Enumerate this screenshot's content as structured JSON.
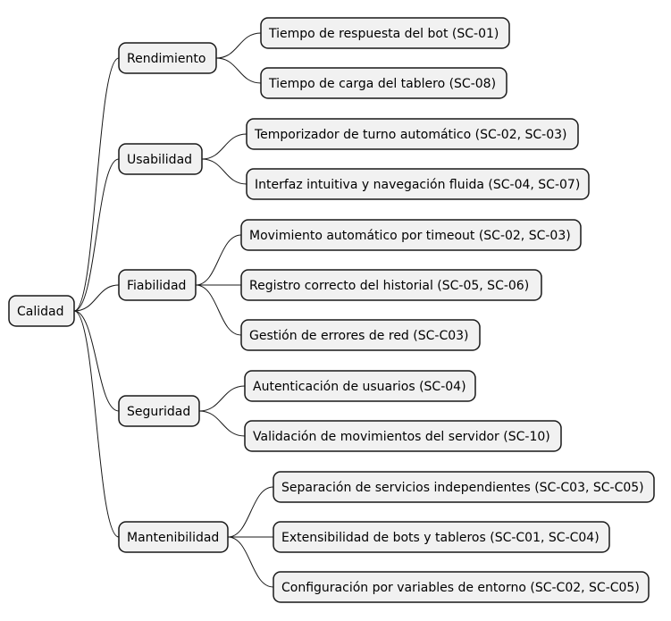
{
  "root": {
    "label": "Calidad"
  },
  "branches": [
    {
      "label": "Rendimiento",
      "children": [
        "Tiempo de respuesta del bot (SC-01)",
        "Tiempo de carga del tablero (SC-08)"
      ]
    },
    {
      "label": "Usabilidad",
      "children": [
        "Temporizador de turno automático (SC-02, SC-03)",
        "Interfaz intuitiva y navegación fluida (SC-04, SC-07)"
      ]
    },
    {
      "label": "Fiabilidad",
      "children": [
        "Movimiento automático por timeout (SC-02, SC-03)",
        "Registro correcto del historial (SC-05, SC-06)",
        "Gestión de errores de red (SC-C03)"
      ]
    },
    {
      "label": "Seguridad",
      "children": [
        "Autenticación de usuarios (SC-04)",
        "Validación de movimientos del servidor (SC-10)"
      ]
    },
    {
      "label": "Mantenibilidad",
      "children": [
        "Separación de servicios independientes (SC-C03, SC-C05)",
        "Extensibilidad de bots y tableros (SC-C01, SC-C04)",
        "Configuración por variables de entorno (SC-C02, SC-C05)"
      ]
    }
  ]
}
